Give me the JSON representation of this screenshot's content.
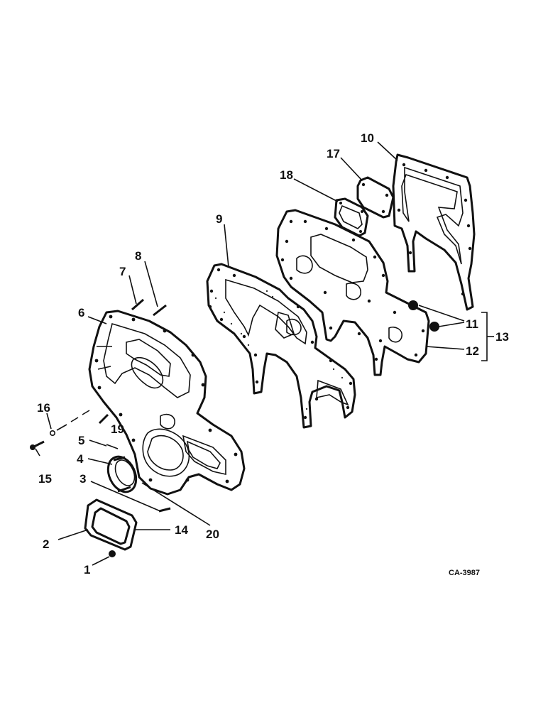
{
  "diagram": {
    "reference_code": "CA-3987",
    "callouts": [
      {
        "id": "1",
        "label": "1"
      },
      {
        "id": "2",
        "label": "2"
      },
      {
        "id": "3",
        "label": "3"
      },
      {
        "id": "4",
        "label": "4"
      },
      {
        "id": "5",
        "label": "5"
      },
      {
        "id": "6",
        "label": "6"
      },
      {
        "id": "7",
        "label": "7"
      },
      {
        "id": "8",
        "label": "8"
      },
      {
        "id": "9",
        "label": "9"
      },
      {
        "id": "10",
        "label": "10"
      },
      {
        "id": "11",
        "label": "11"
      },
      {
        "id": "12",
        "label": "12"
      },
      {
        "id": "13",
        "label": "13"
      },
      {
        "id": "14",
        "label": "14"
      },
      {
        "id": "15",
        "label": "15"
      },
      {
        "id": "16",
        "label": "16"
      },
      {
        "id": "17",
        "label": "17"
      },
      {
        "id": "18",
        "label": "18"
      },
      {
        "id": "19",
        "label": "19"
      },
      {
        "id": "20",
        "label": "20"
      }
    ],
    "colors": {
      "ink": "#111111",
      "paper": "#ffffff"
    }
  }
}
